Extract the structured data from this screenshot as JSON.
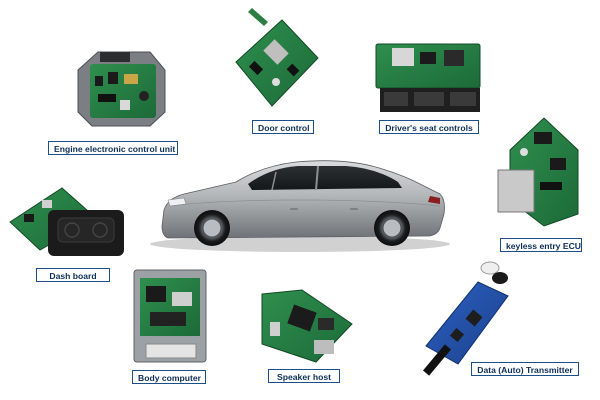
{
  "labels": {
    "engine": "Engine electronic control unit",
    "door": "Door control",
    "seat": "Driver's seat controls",
    "keyless": "keyless entry ECU",
    "dash": "Dash board",
    "body": "Body computer",
    "speaker": "Speaker host",
    "transmitter": "Data (Auto) Transmitter"
  }
}
